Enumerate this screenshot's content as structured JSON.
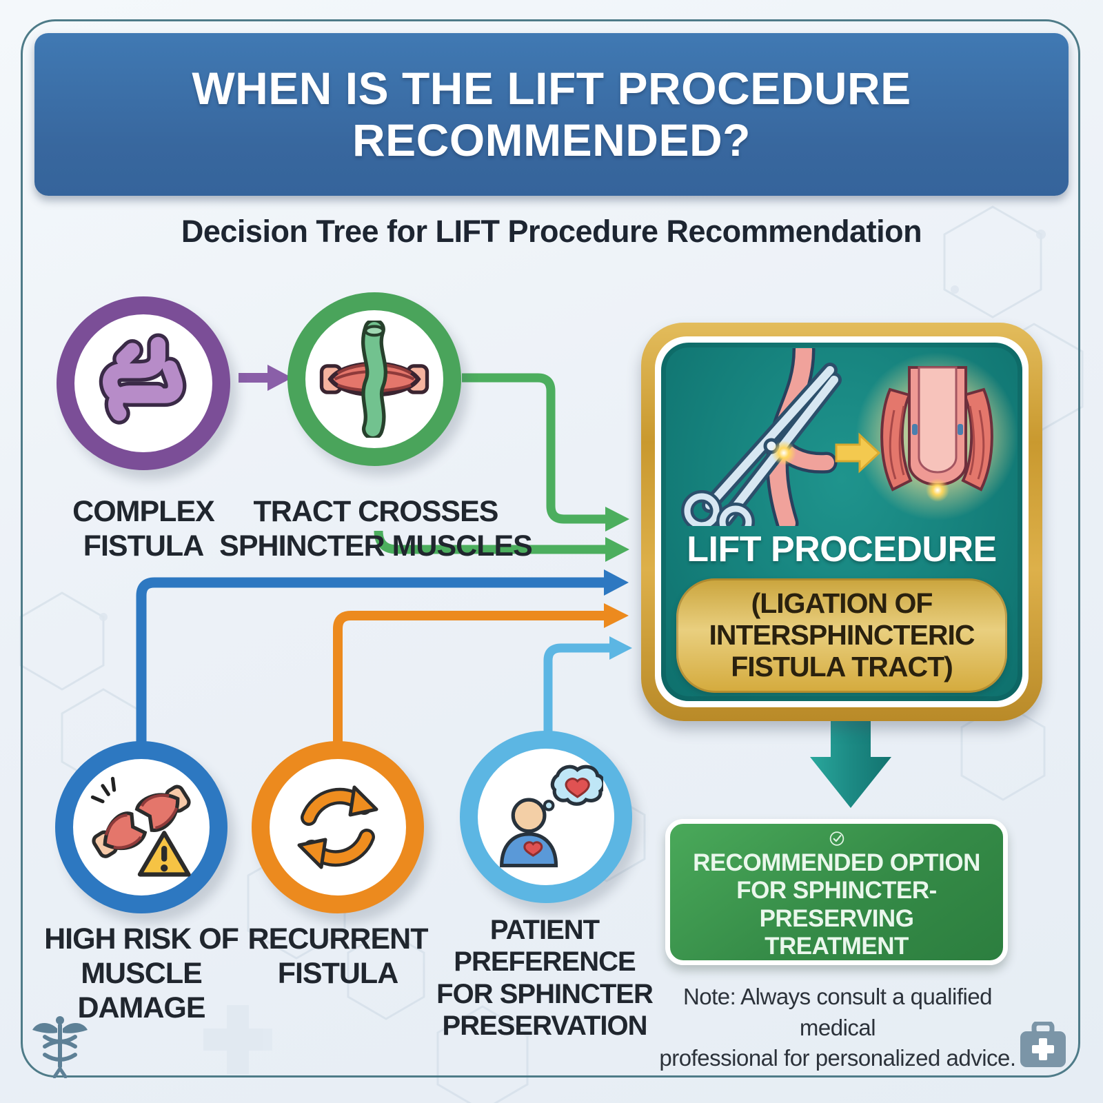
{
  "header": {
    "title": "WHEN IS THE LIFT PROCEDURE\nRECOMMENDED?",
    "background_color": "#38679e"
  },
  "subtitle": "Decision Tree for LIFT Procedure Recommendation",
  "criteria_nodes": [
    {
      "id": "complex-fistula",
      "label": "COMPLEX\nFISTULA",
      "ring_color": "#7b4e97",
      "icon": "intestine-icon"
    },
    {
      "id": "tract-crosses-sphincter",
      "label": "TRACT CROSSES\nSPHINCTER MUSCLES",
      "ring_color": "#4aa45b",
      "icon": "muscle-tract-icon"
    },
    {
      "id": "high-risk-muscle-damage",
      "label": "HIGH RISK OF\nMUSCLE\nDAMAGE",
      "ring_color": "#2d78c1",
      "icon": "torn-muscle-warning-icon"
    },
    {
      "id": "recurrent-fistula",
      "label": "RECURRENT\nFISTULA",
      "ring_color": "#ec8a1e",
      "icon": "recurrence-cycle-icon"
    },
    {
      "id": "patient-preference",
      "label": "PATIENT\nPREFERENCE\nFOR SPHINCTER\nPRESERVATION",
      "ring_color": "#5cb6e3",
      "icon": "patient-heart-icon"
    }
  ],
  "procedure_box": {
    "title": "LIFT PROCEDURE",
    "subtitle": "(LIGATION OF\nINTERSPHINCTERIC\nFISTULA TRACT)",
    "panel_color": "#15807b",
    "frame_color": "#d9a843",
    "illustration": "surgical-forceps-fistula-anatomy"
  },
  "result_box": {
    "label": "RECOMMENDED OPTION\nFOR SPHINCTER-PRESERVING\nTREATMENT",
    "color": "#358b47",
    "icon": "check-circle-icon"
  },
  "note": "Note: Always consult a qualified medical\nprofessional for personalized advice.",
  "connector_colors": {
    "complex_to_tract": "#8a5fa8",
    "tract_to_procedure": "#4cae5e",
    "high_risk_to_procedure": "#2d78c1",
    "recurrent_to_procedure": "#ec8a1e",
    "patient_to_procedure": "#5cb6e3",
    "procedure_to_result": "#1c8a84"
  },
  "footer_icons": [
    "caduceus-icon",
    "medical-cross-watermark",
    "first-aid-kit-icon"
  ]
}
